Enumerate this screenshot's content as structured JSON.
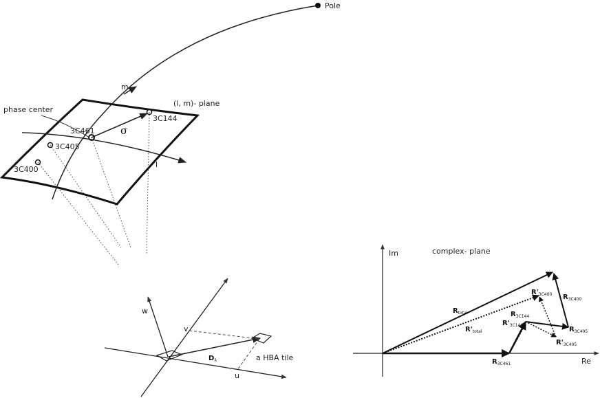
{
  "sky_panel": {
    "pole_label": "Pole",
    "plane_label": "(l, m)- plane",
    "m_axis_label": "m",
    "l_axis_label": "l",
    "phase_center_label": "phase center",
    "sigma_label": "σ",
    "sources": [
      "3C461",
      "3C144",
      "3C405",
      "3C400"
    ]
  },
  "baseline_panel": {
    "w_label": "w",
    "v_label": "v",
    "u_label": "u",
    "d_label": "D",
    "d_sub": "λ",
    "tile_label": "a HBA tile"
  },
  "complex_panel": {
    "title": "complex- plane",
    "im_label": "Im",
    "re_label": "Re",
    "vectors": {
      "r_total": {
        "main": "R",
        "sub": "total"
      },
      "rp_total": {
        "main": "R'",
        "sub": "total"
      },
      "r_3c461": {
        "main": "R",
        "sub": "3C461"
      },
      "r_3c144": {
        "main": "R",
        "sub": "3C144"
      },
      "rp_3c144": {
        "main": "R'",
        "sub": "3C144"
      },
      "r_3c405": {
        "main": "R",
        "sub": "3C405"
      },
      "rp_3c405": {
        "main": "R'",
        "sub": "3C405"
      },
      "r_3c400": {
        "main": "R",
        "sub": "3C400"
      },
      "rp_3c400": {
        "main": "R'",
        "sub": "3C400"
      }
    }
  }
}
